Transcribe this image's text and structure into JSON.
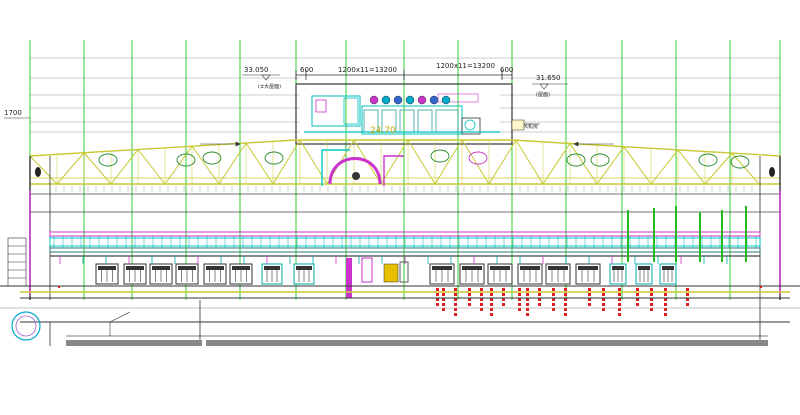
{
  "drawing": {
    "elevation_left": "33.050",
    "elevation_left_note": "(±大屋面)",
    "elevation_right": "31.650",
    "elevation_right_note": "(屋面)",
    "elevation_side": "1700",
    "dim_offset_left": "600",
    "dim_span_left": "1200x11=13200",
    "dim_span_right": "1200x11=13200",
    "dim_offset_right": "600",
    "center_label": "24.70",
    "vent_label": "排风机房"
  },
  "colors": {
    "truss": "#c8c832",
    "grid": "#33cc33",
    "magenta": "#cc33cc",
    "cyan": "#00cccc",
    "red": "#e02020",
    "dark": "#333333",
    "floor_slab": "#888888"
  }
}
